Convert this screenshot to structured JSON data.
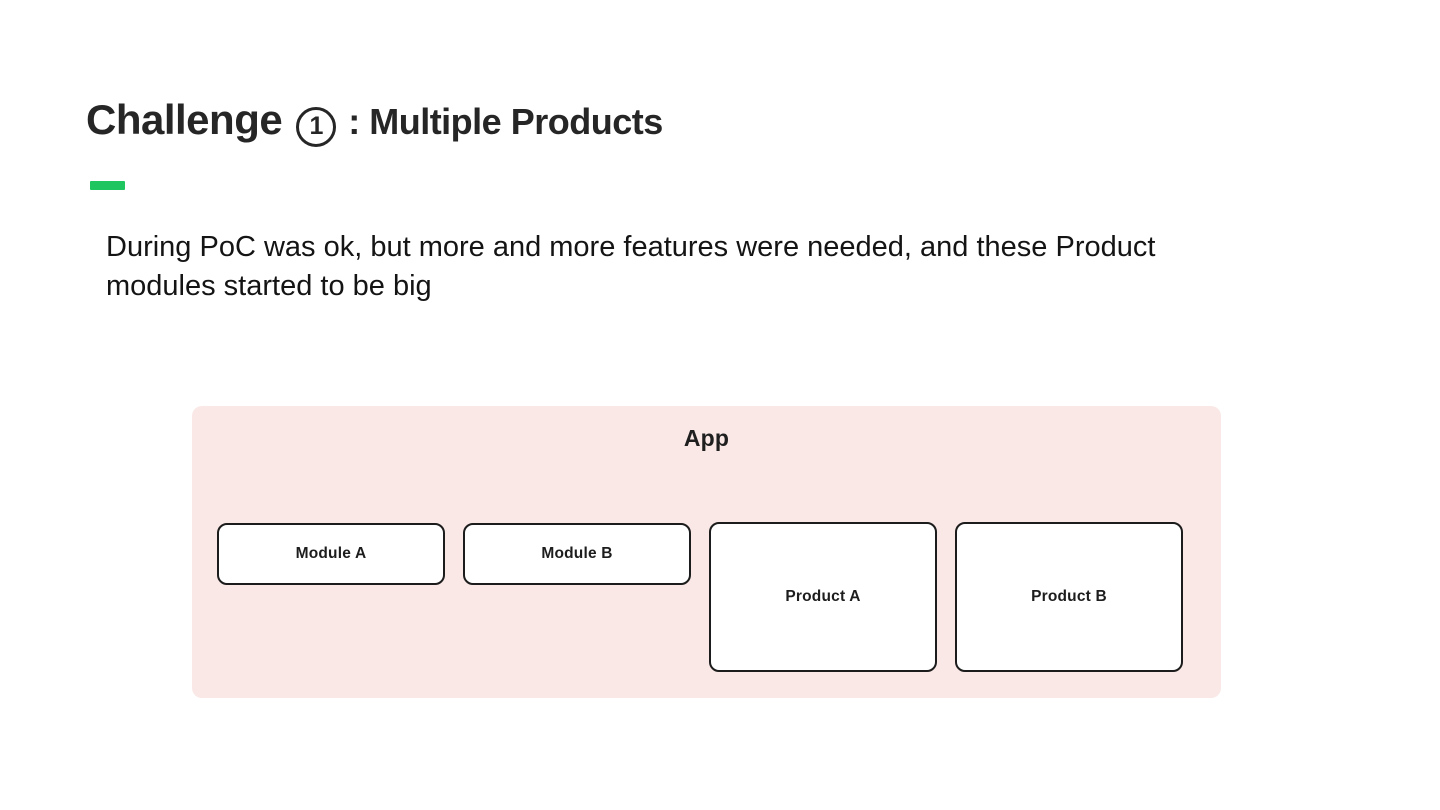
{
  "colors": {
    "accent-green": "#1fc55e",
    "diagram-bg": "#f9e8e6",
    "box-border": "#1c1c1c",
    "box-bg": "#ffffff",
    "title-text": "#262626",
    "body-text": "#141414",
    "page-bg": "#ffffff"
  },
  "slide": {
    "title": {
      "prefix": "Challenge",
      "circled_number": "1",
      "suffix": ": Multiple Products"
    },
    "body": {
      "lines": [
        "During PoC was ok, but more and more features were needed, and these Product",
        "modules started to be big"
      ]
    },
    "diagram": {
      "container_label": "App",
      "boxes": [
        {
          "label": "Module A",
          "size": "small"
        },
        {
          "label": "Module B",
          "size": "small"
        },
        {
          "label": "Product A",
          "size": "large"
        },
        {
          "label": "Product B",
          "size": "large"
        }
      ]
    }
  }
}
